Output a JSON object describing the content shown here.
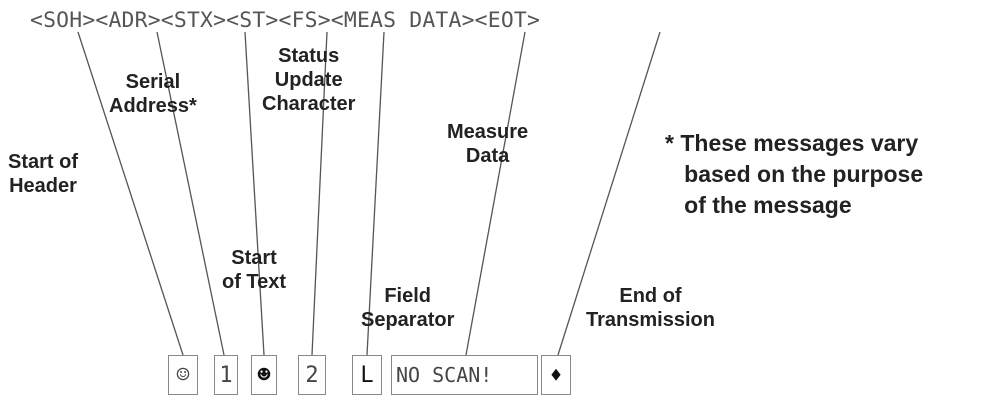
{
  "protocol": {
    "string": "<SOH><ADR><STX><ST><FS><MEAS DATA><EOT>"
  },
  "labels": {
    "start_of_header": "Start of\nHeader",
    "serial_address": "Serial\nAddress*",
    "status_update": "Status\nUpdate\nCharacter",
    "measure_data": "Measure\nData",
    "start_of_text": "Start\nof Text",
    "field_separator": "Field\nSeparator",
    "end_of_transmission": "End of\nTransmission"
  },
  "note": "* These messages vary\n   based on the purpose\n   of the message",
  "cells": {
    "soh": "☺",
    "adr": "1",
    "stx": "☻",
    "st": "2",
    "fs": "L",
    "meas": "NO SCAN!",
    "eot": "♦"
  }
}
